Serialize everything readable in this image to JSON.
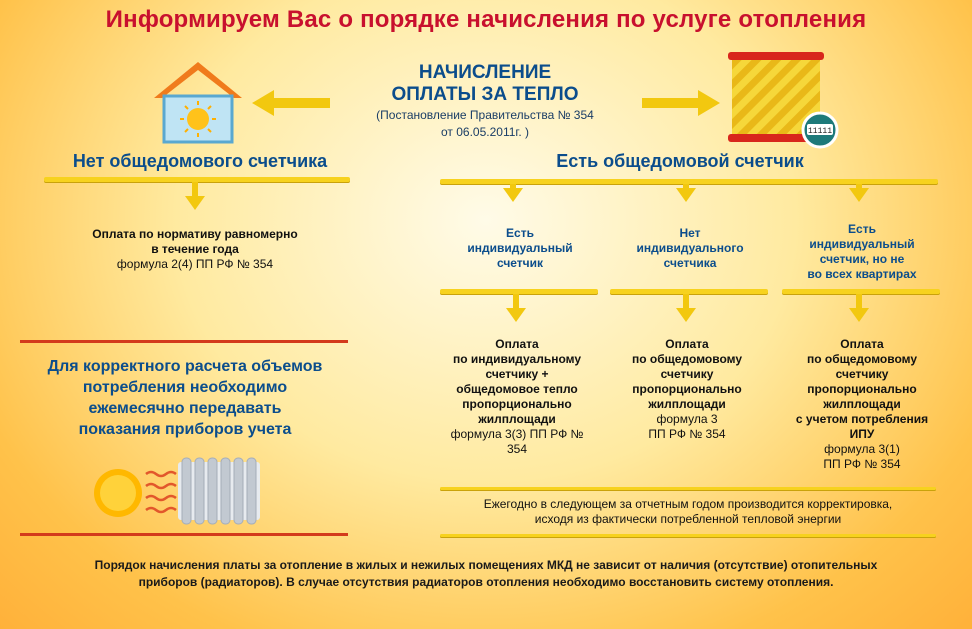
{
  "title": "Информируем Вас о порядке начисления по услуге отопления",
  "center": {
    "heading_line1": "НАЧИСЛЕНИЕ",
    "heading_line2": "ОПЛАТЫ ЗА ТЕПЛО",
    "sub_line1": "(Постановление Правительства № 354",
    "sub_line2": "от 06.05.2011г. )"
  },
  "left": {
    "heading": "Нет общедомового счетчика",
    "text_line1": "Оплата по нормативу равномерно",
    "text_line2": "в течение года",
    "text_line3": "формула 2(4) ПП РФ № 354"
  },
  "right": {
    "heading": "Есть общедомовой счетчик",
    "meter_label": "11111",
    "cols": [
      {
        "cond": [
          "Есть",
          "индивидуальный",
          "счетчик"
        ],
        "result": [
          "Оплата",
          "по индивидуальному",
          "счетчику +",
          "общедомовое тепло",
          "пропорционально",
          "жилплощади"
        ],
        "formula": [
          "формула 3(3) ПП РФ №",
          "354"
        ]
      },
      {
        "cond": [
          "Нет",
          "индивидуального",
          "счетчика"
        ],
        "result": [
          "Оплата",
          "по общедомовому",
          "счетчику",
          "пропорционально",
          "жилплощади"
        ],
        "formula": [
          "формула 3",
          "ПП РФ № 354"
        ]
      },
      {
        "cond": [
          "Есть",
          "индивидуальный",
          "счетчик, но не",
          "во всех квартирах"
        ],
        "result": [
          "Оплата",
          "по общедомовому",
          "счетчику",
          "пропорционально",
          "жилплощади",
          "с учетом потребления",
          "ИПУ"
        ],
        "formula": [
          "формула 3(1)",
          "ПП РФ № 354"
        ]
      }
    ],
    "annual_line1": "Ежегодно в следующем за отчетным годом производится корректировка,",
    "annual_line2": "исходя из фактически потребленной тепловой энергии"
  },
  "note": {
    "line1": "Для корректного расчета объемов",
    "line2": "потребления необходимо",
    "line3": "ежемесячно передавать",
    "line4": "показания приборов учета"
  },
  "bottom": {
    "line1": "Порядок начисления платы за отопление в жилых и нежилых помещениях МКД не зависит от наличия (отсутствие) отопительных",
    "line2": "приборов (радиаторов). В случае отсутствия радиаторов отопления необходимо восстановить систему отопления."
  },
  "colors": {
    "title_red": "#c8102e",
    "heading_blue": "#0b4d8c",
    "bar_yellow": "#f7d21e",
    "line_red": "#d33a1c"
  },
  "icons": [
    "house-sun-icon",
    "left-arrow-icon",
    "right-arrow-icon",
    "heating-pipe-meter-icon",
    "sun-heat-icon",
    "radiator-icon"
  ]
}
